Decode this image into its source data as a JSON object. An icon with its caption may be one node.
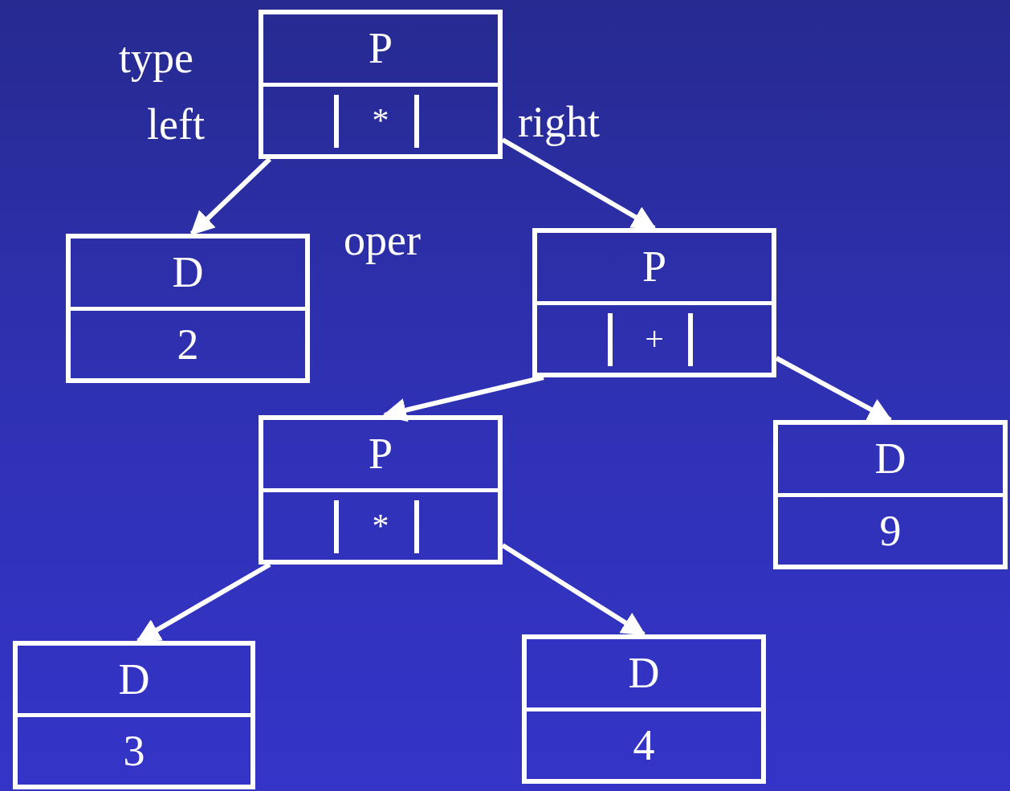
{
  "diagram": {
    "nodes": [
      {
        "text": [
          "P",
          "*"
        ]
      },
      {
        "text": [
          "D",
          "2"
        ]
      },
      {
        "text": [
          "P",
          "+"
        ]
      },
      {
        "text": [
          "P",
          "*"
        ]
      },
      {
        "text": [
          "D",
          "9"
        ]
      },
      {
        "text": [
          "D",
          "3"
        ]
      },
      {
        "text": [
          "D",
          "4"
        ]
      }
    ],
    "edges": [
      {
        "from": 0,
        "to": 1,
        "arrow": "to"
      },
      {
        "from": 0,
        "to": 2,
        "arrow": "to"
      },
      {
        "from": 2,
        "to": 3,
        "arrow": "to"
      },
      {
        "from": 2,
        "to": 4,
        "arrow": "to"
      },
      {
        "from": 3,
        "to": 5,
        "arrow": "to"
      },
      {
        "from": 3,
        "to": 6,
        "arrow": "to"
      }
    ],
    "labels": [
      "type",
      "left",
      "oper",
      "right"
    ]
  }
}
